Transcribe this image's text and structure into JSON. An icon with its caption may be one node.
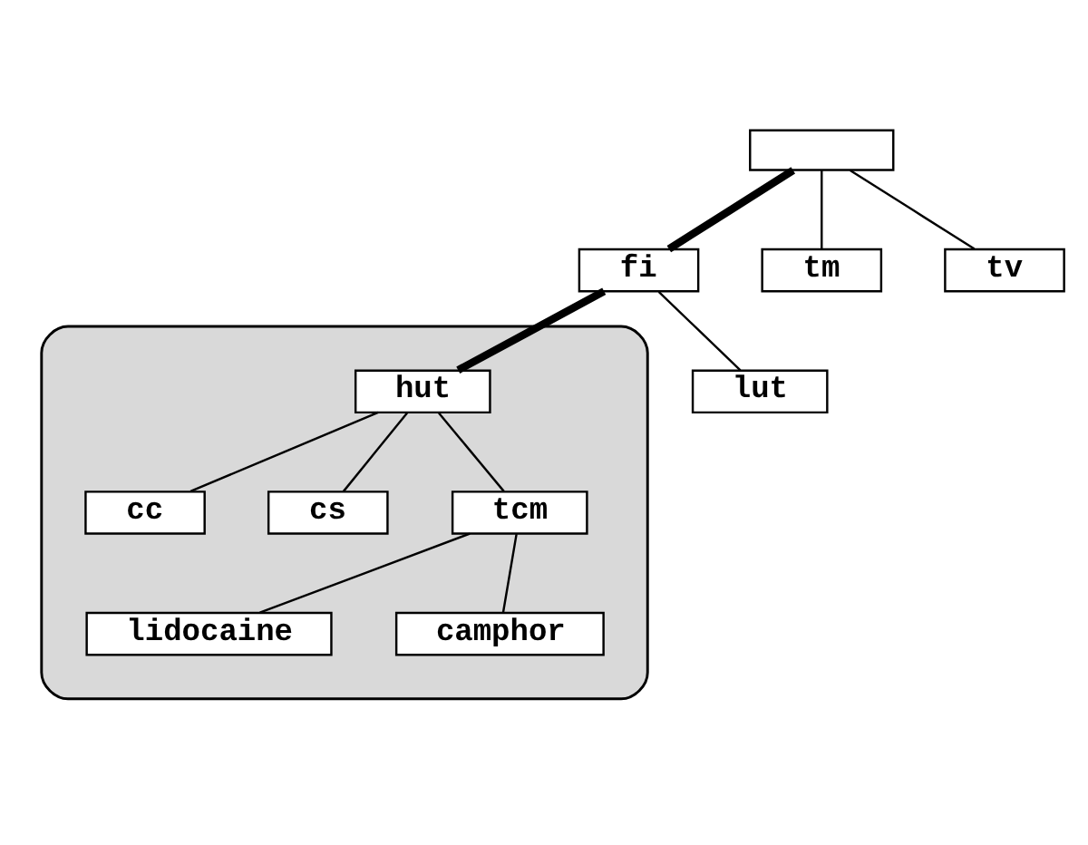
{
  "diagram": {
    "nodes": [
      {
        "text": [],
        "shape": "box"
      },
      {
        "text": [
          "fi"
        ]
      },
      {
        "text": [
          "tm"
        ]
      },
      {
        "text": [
          "tv"
        ]
      },
      {
        "text": [],
        "shape": "ellipse"
      },
      {
        "text": [
          "hut"
        ],
        "in": 4
      },
      {
        "text": [
          "lut"
        ]
      },
      {
        "text": [
          "cc"
        ],
        "in": 4
      },
      {
        "text": [
          "cs"
        ],
        "in": 4
      },
      {
        "text": [
          "tcm"
        ],
        "in": 4
      },
      {
        "text": [
          "lidocaine"
        ],
        "in": 4
      },
      {
        "text": [
          "camphor"
        ],
        "in": 4
      }
    ],
    "edges": [
      {
        "from": 0,
        "to": 1,
        "arrow": "none",
        "style": "thick"
      },
      {
        "from": 0,
        "to": 2,
        "arrow": "none"
      },
      {
        "from": 0,
        "to": 3,
        "arrow": "none"
      },
      {
        "from": 1,
        "to": 5,
        "arrow": "none",
        "style": "thick"
      },
      {
        "from": 1,
        "to": 6,
        "arrow": "none"
      },
      {
        "from": 5,
        "to": 7,
        "arrow": "none"
      },
      {
        "from": 5,
        "to": 8,
        "arrow": "none"
      },
      {
        "from": 5,
        "to": 9,
        "arrow": "none"
      },
      {
        "from": 9,
        "to": 10,
        "arrow": "none"
      },
      {
        "from": 9,
        "to": 11,
        "arrow": "none"
      }
    ]
  }
}
